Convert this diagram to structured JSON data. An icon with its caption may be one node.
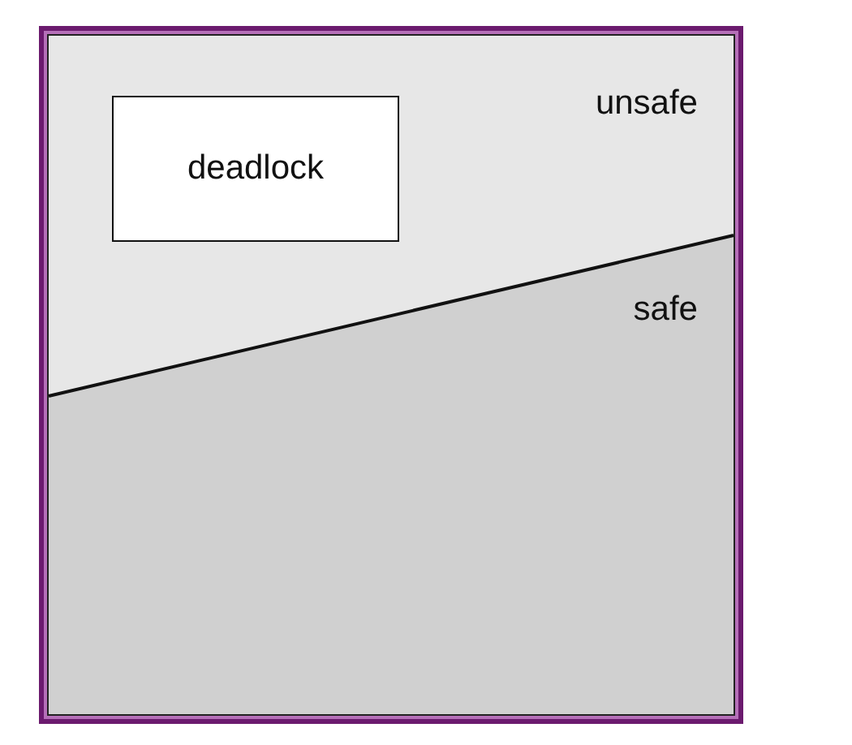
{
  "diagram": {
    "nodes": [
      {
        "text": [
          "unsafe"
        ]
      },
      {
        "text": [
          "deadlock"
        ],
        "in": 0
      },
      {
        "text": [
          "safe"
        ]
      }
    ]
  }
}
